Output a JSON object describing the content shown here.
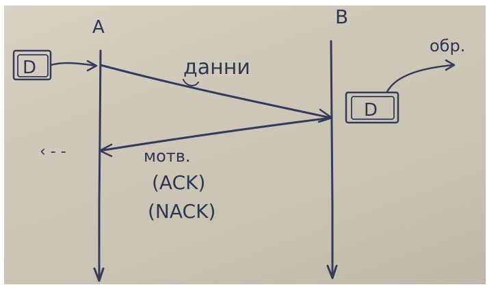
{
  "nodes": {
    "a": {
      "label": "A"
    },
    "b": {
      "label": "B"
    }
  },
  "packets": {
    "sender_box": {
      "label": "D"
    },
    "receiver_box": {
      "label": "D"
    }
  },
  "messages": {
    "data": {
      "label": "данни"
    },
    "reply": {
      "label": "мотв.",
      "options": [
        "(ACK)",
        "(NACK)"
      ]
    }
  },
  "annotations": {
    "processing": "обр.",
    "return_mark": "‹ - -"
  },
  "colors": {
    "ink": "#333a5a",
    "paper": "#cfc8ba"
  }
}
